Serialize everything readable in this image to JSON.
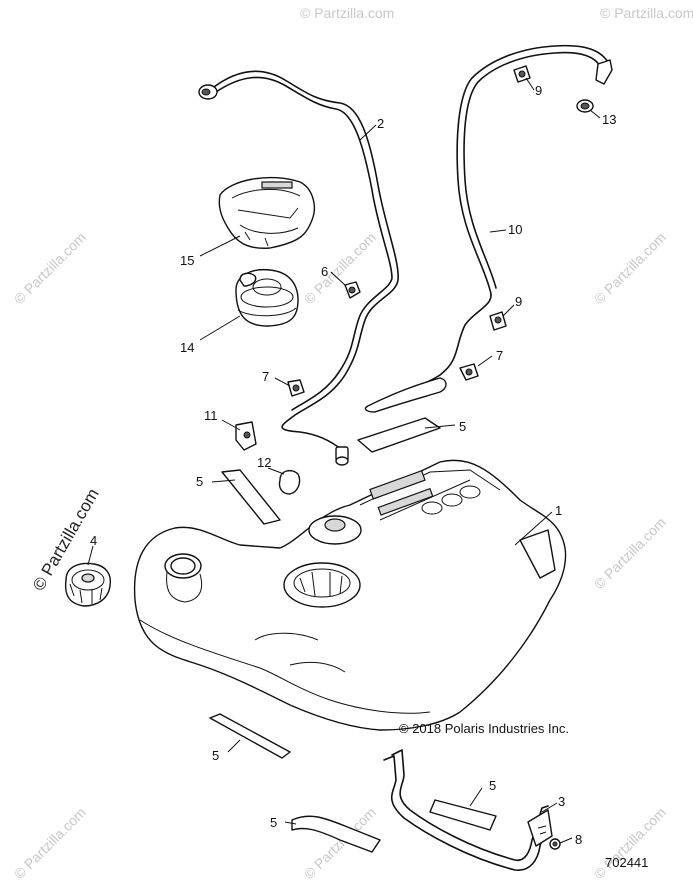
{
  "watermark": {
    "text": "© Partzilla.com"
  },
  "copyright": "© 2018 Polaris Industries Inc.",
  "diagram_number": "702441",
  "callouts": [
    {
      "id": "c1",
      "label": "1"
    },
    {
      "id": "c2",
      "label": "2"
    },
    {
      "id": "c3",
      "label": "3"
    },
    {
      "id": "c4",
      "label": "4"
    },
    {
      "id": "c5a",
      "label": "5"
    },
    {
      "id": "c5b",
      "label": "5"
    },
    {
      "id": "c5c",
      "label": "5"
    },
    {
      "id": "c5d",
      "label": "5"
    },
    {
      "id": "c5e",
      "label": "5"
    },
    {
      "id": "c6",
      "label": "6"
    },
    {
      "id": "c7a",
      "label": "7"
    },
    {
      "id": "c7b",
      "label": "7"
    },
    {
      "id": "c8",
      "label": "8"
    },
    {
      "id": "c9a",
      "label": "9"
    },
    {
      "id": "c9b",
      "label": "9"
    },
    {
      "id": "c10",
      "label": "10"
    },
    {
      "id": "c11",
      "label": "11"
    },
    {
      "id": "c12",
      "label": "12"
    },
    {
      "id": "c13",
      "label": "13"
    },
    {
      "id": "c14",
      "label": "14"
    },
    {
      "id": "c15",
      "label": "15"
    }
  ]
}
